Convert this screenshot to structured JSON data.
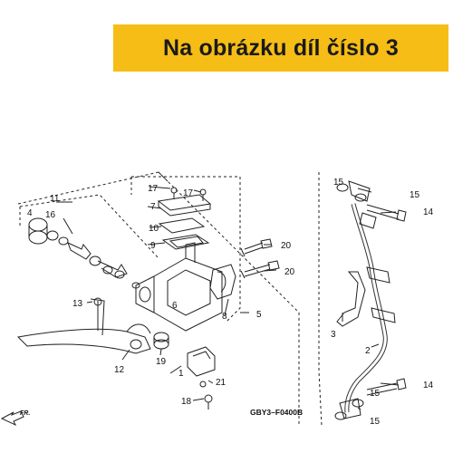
{
  "banner": {
    "text": "Na obrázku díl číslo 3",
    "color": "#f6bd16"
  },
  "diagram": {
    "code": "GBY3–F0400B",
    "direction_label": "FR.",
    "callouts": [
      "1",
      "2",
      "3",
      "4",
      "5",
      "6",
      "7",
      "8",
      "9",
      "10",
      "11",
      "12",
      "13",
      "14",
      "15",
      "16",
      "17",
      "18",
      "19",
      "20",
      "21"
    ]
  }
}
